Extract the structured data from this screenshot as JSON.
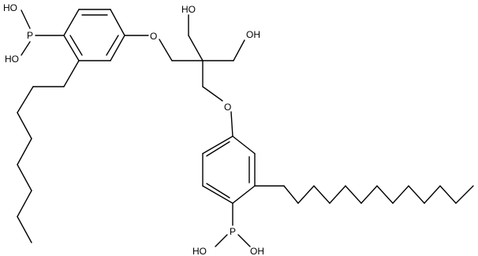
{
  "atom_labels": {
    "p_top": "P",
    "oh_top_upper": "HO",
    "oh_top_lower": "HO",
    "o_ether_top": "O",
    "oh_center_left": "HO",
    "oh_center_right": "OH",
    "o_ether_bottom": "O",
    "p_bottom": "P",
    "oh_bottom_left": "HO",
    "oh_bottom_right": "OH"
  }
}
